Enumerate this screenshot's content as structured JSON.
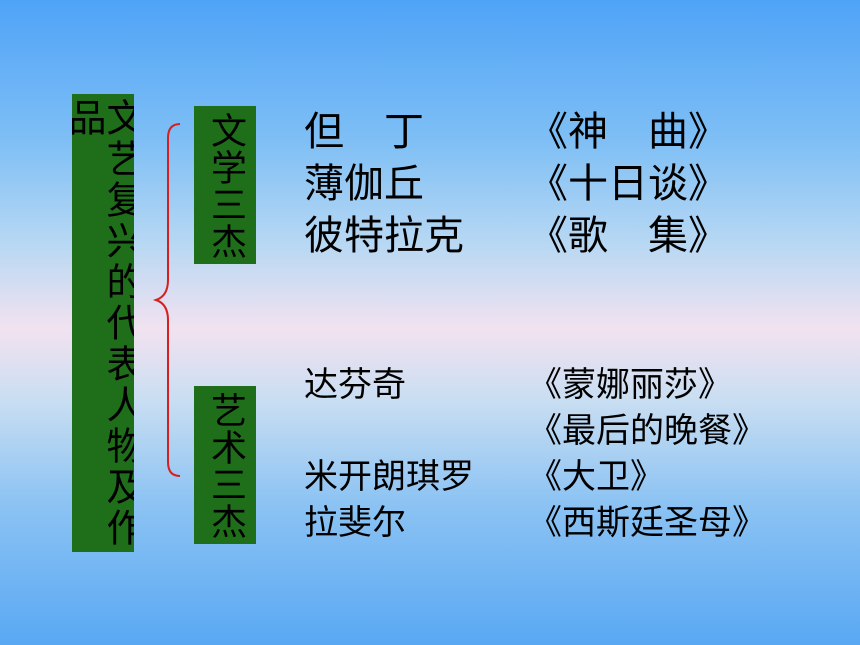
{
  "title_box": {
    "text": "文艺复兴的代表人物及作品"
  },
  "literature": {
    "label": "文学三杰",
    "rows": [
      {
        "name": "但　丁",
        "work": "《神　曲》"
      },
      {
        "name": "薄伽丘",
        "work": "《十日谈》"
      },
      {
        "name": "彼特拉克",
        "work": "《歌　集》"
      }
    ]
  },
  "art": {
    "label": "艺术三杰",
    "rows": [
      {
        "name": "达芬奇",
        "work": "《蒙娜丽莎》"
      },
      {
        "name": "",
        "work": "《最后的晚餐》"
      },
      {
        "name": "米开朗琪罗",
        "work": "《大卫》"
      },
      {
        "name": "拉斐尔",
        "work": "《西斯廷圣母》"
      }
    ]
  },
  "colors": {
    "box_fill": "#1f6e1a",
    "brace": "#d42020",
    "text": "#000000"
  }
}
